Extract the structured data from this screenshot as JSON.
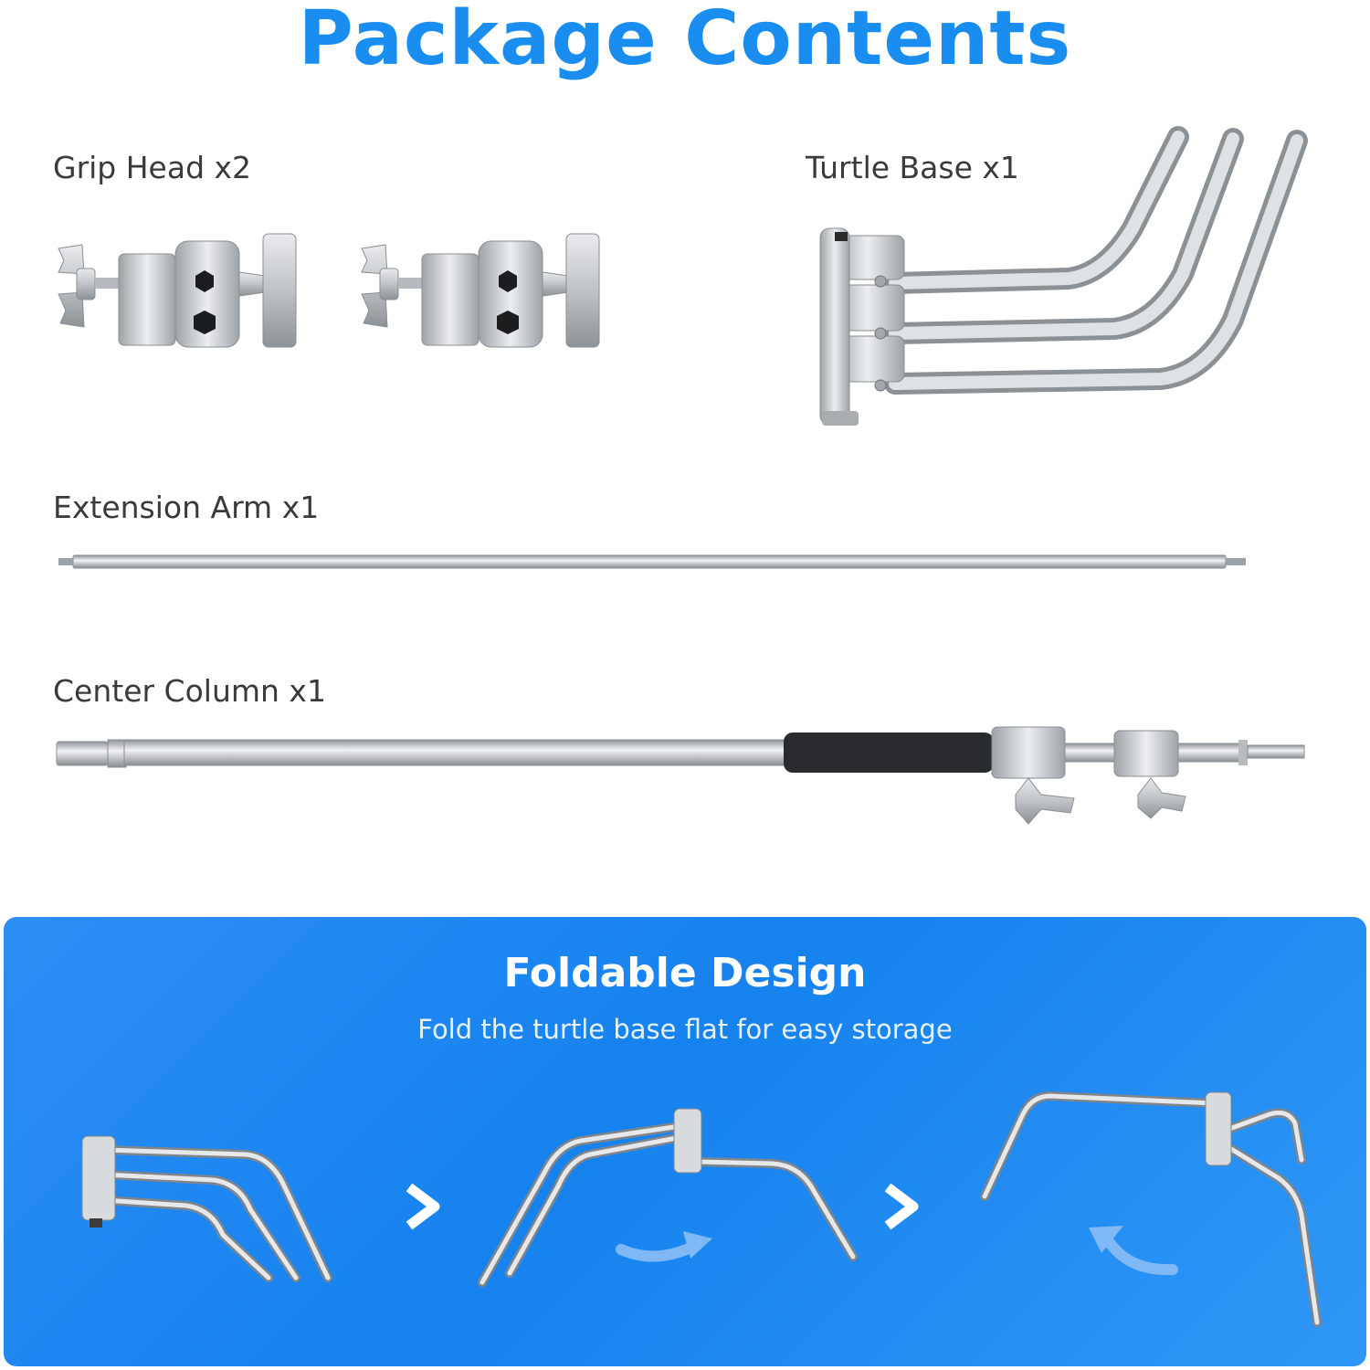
{
  "title": "Package Contents",
  "items": {
    "grip_head": "Grip Head x2",
    "turtle_base": "Turtle Base x1",
    "extension_arm": "Extension Arm x1",
    "center_column": "Center Column x1"
  },
  "foldable": {
    "title": "Foldable Design",
    "subtitle": "Fold the turtle base flat for easy storage"
  },
  "colors": {
    "title_blue": "#1a8ef0",
    "panel_blue": "#1682ee",
    "steel": "#c8ccd0"
  },
  "icons": [
    "chevron-right-icon",
    "rotate-arrow-icon"
  ]
}
